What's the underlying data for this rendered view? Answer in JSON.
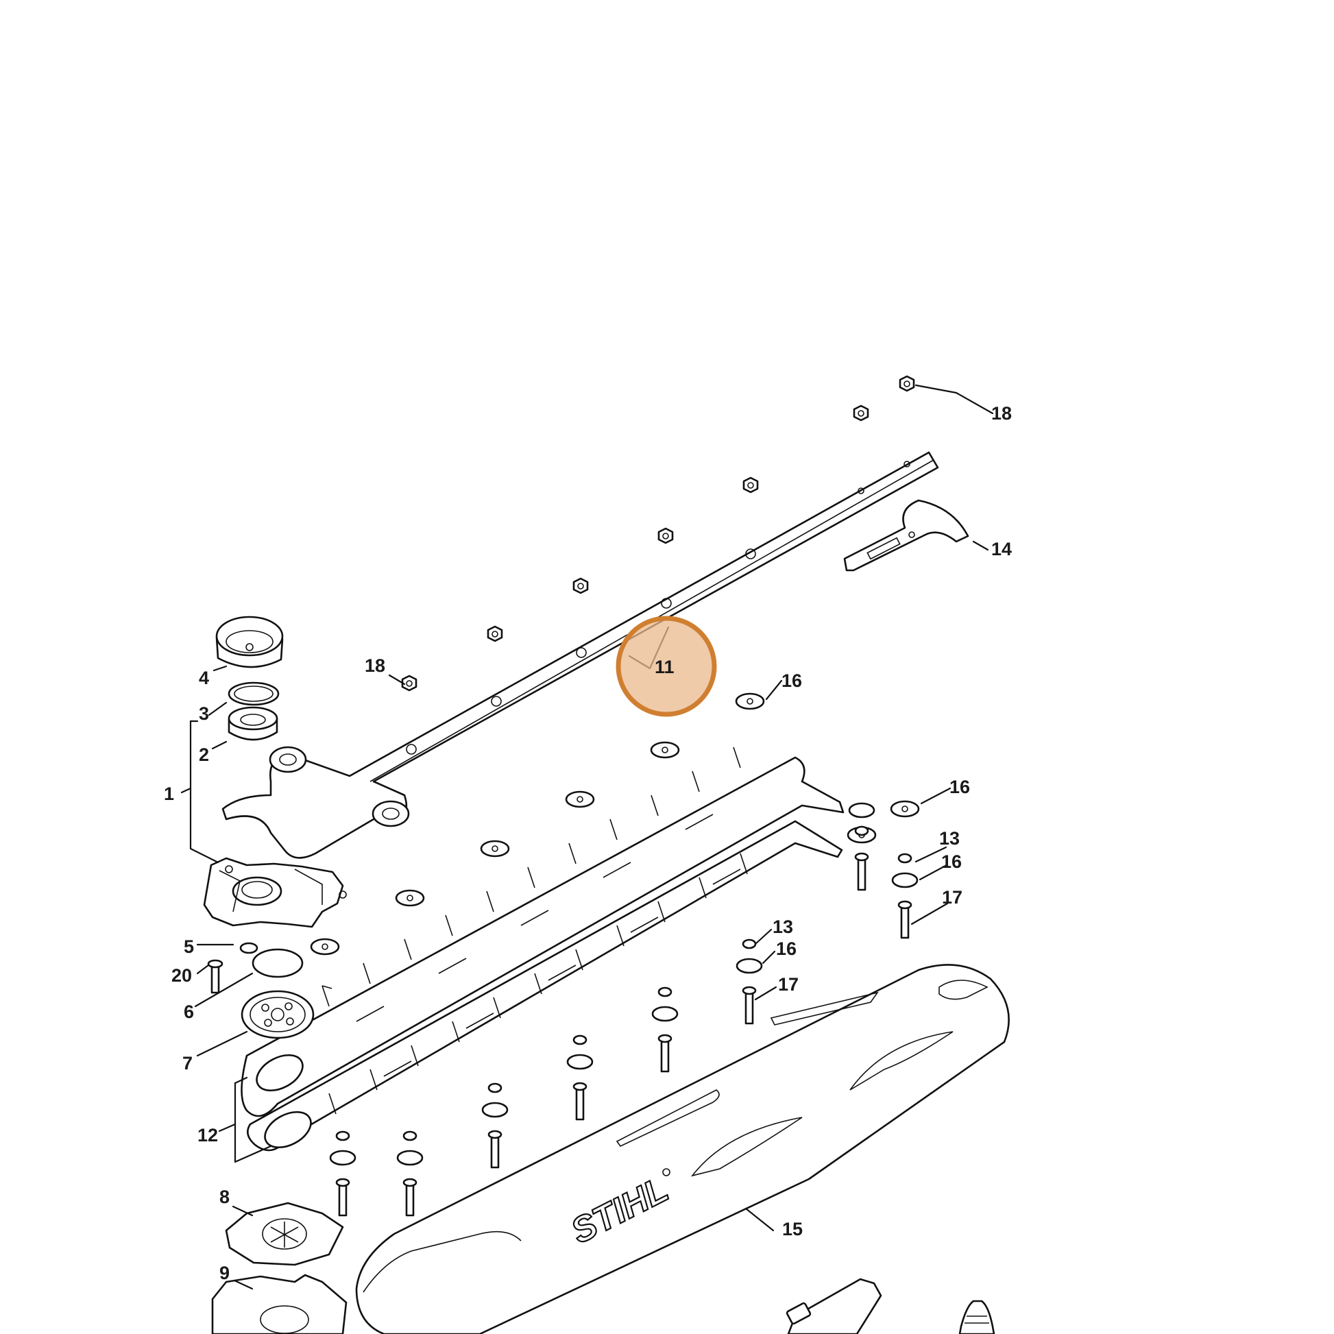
{
  "diagram": {
    "highlight_color": "#d07f30",
    "highlight_fill": "#e9b98e",
    "highlighted_label": "11",
    "logo_text": "STIHL",
    "callouts": {
      "c1": "1",
      "c2": "2",
      "c3": "3",
      "c4": "4",
      "c5": "5",
      "c6": "6",
      "c7": "7",
      "c8": "8",
      "c9": "9",
      "c11": "11",
      "c12": "12",
      "c13a": "13",
      "c13b": "13",
      "c14": "14",
      "c15": "15",
      "c16a": "16",
      "c16b": "16",
      "c16c": "16",
      "c16d": "16",
      "c17a": "17",
      "c17b": "17",
      "c18a": "18",
      "c18b": "18",
      "c20": "20"
    }
  }
}
